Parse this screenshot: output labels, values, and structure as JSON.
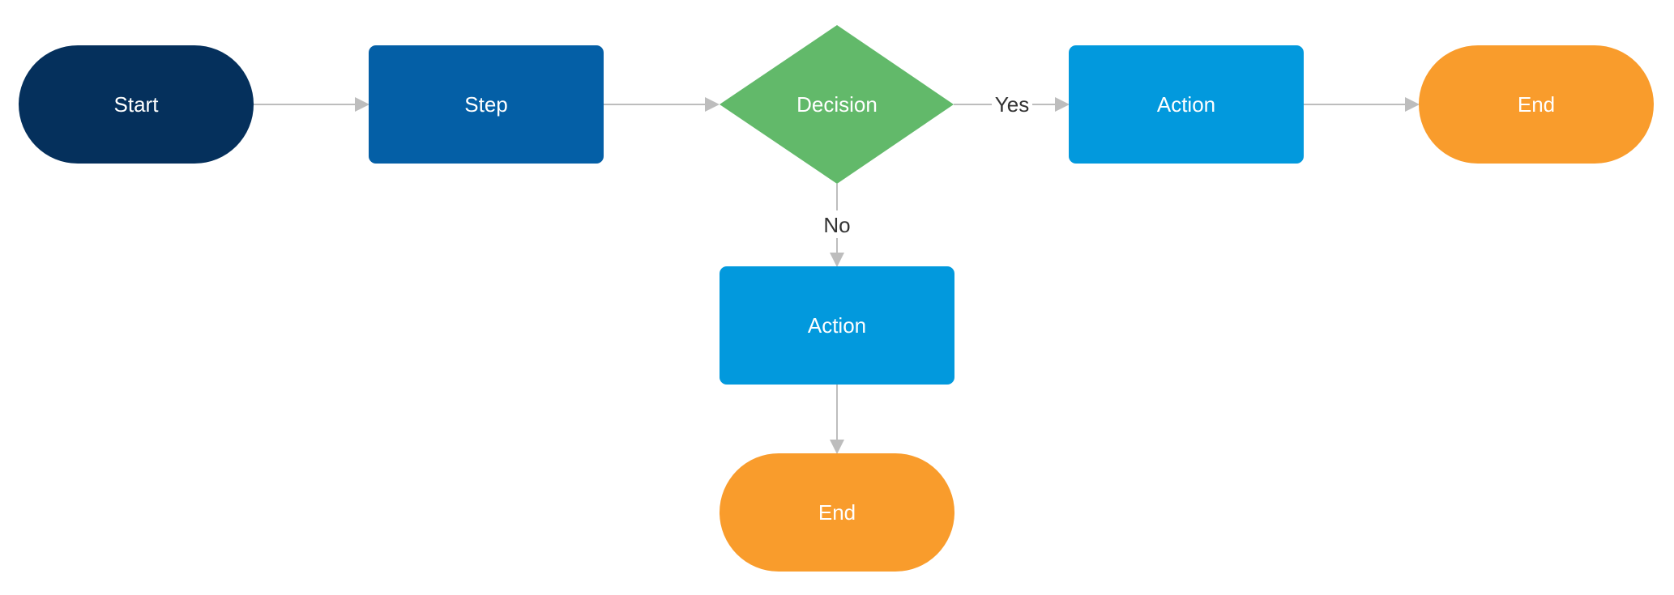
{
  "colors": {
    "start": "#05305c",
    "step": "#045fa6",
    "decision": "#62b96a",
    "action": "#0299dd",
    "end": "#f99c2c",
    "connector": "#bdbdbd",
    "node_text": "#ffffff",
    "edge_text": "#333333"
  },
  "nodes": {
    "start": {
      "label": "Start",
      "shape": "terminator"
    },
    "step": {
      "label": "Step",
      "shape": "process"
    },
    "decision": {
      "label": "Decision",
      "shape": "decision"
    },
    "action_yes": {
      "label": "Action",
      "shape": "process"
    },
    "end_yes": {
      "label": "End",
      "shape": "terminator"
    },
    "action_no": {
      "label": "Action",
      "shape": "process"
    },
    "end_no": {
      "label": "End",
      "shape": "terminator"
    }
  },
  "edges": {
    "start_to_step": {
      "from": "start",
      "to": "step",
      "label": ""
    },
    "step_to_decision": {
      "from": "step",
      "to": "decision",
      "label": ""
    },
    "decision_to_action_yes": {
      "from": "decision",
      "to": "action_yes",
      "label": "Yes"
    },
    "action_yes_to_end": {
      "from": "action_yes",
      "to": "end_yes",
      "label": ""
    },
    "decision_to_action_no": {
      "from": "decision",
      "to": "action_no",
      "label": "No"
    },
    "action_no_to_end": {
      "from": "action_no",
      "to": "end_no",
      "label": ""
    }
  }
}
